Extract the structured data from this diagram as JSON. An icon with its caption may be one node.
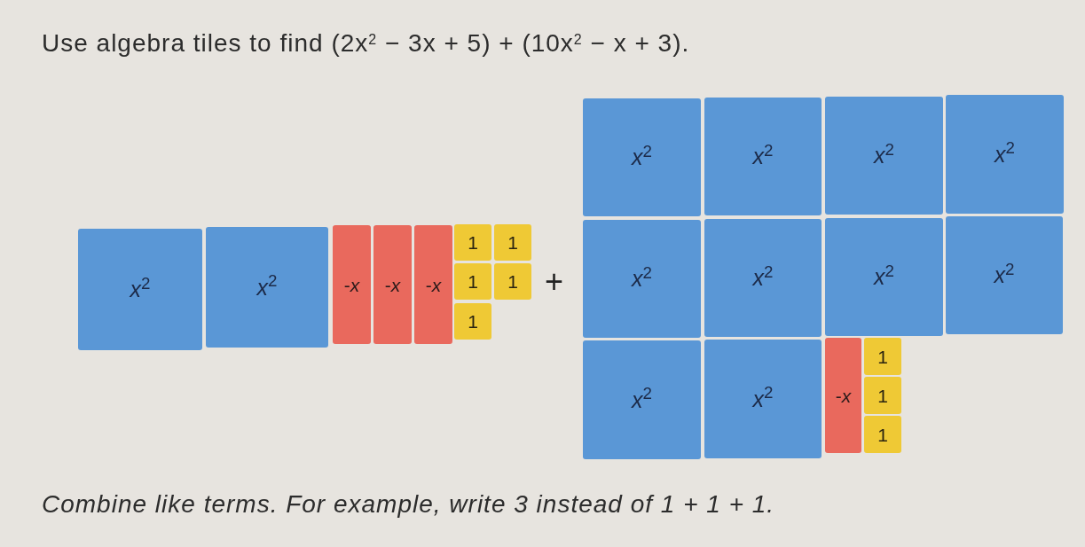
{
  "diagram": {
    "title": "Use algebra tiles to find (2x$^{2}$ − 3x + 5) + (10x$^{2}$ − x + 3).",
    "nodes": [
      {
        "text": [
          "*x*$^{2}$"
        ]
      },
      {
        "text": [
          "*x*$^{2}$"
        ]
      },
      {
        "text": [
          "-*x*"
        ]
      },
      {
        "text": [
          "-*x*"
        ]
      },
      {
        "text": [
          "-*x*"
        ]
      },
      {
        "text": [
          "1"
        ]
      },
      {
        "text": [
          "1"
        ]
      },
      {
        "text": [
          "1"
        ]
      },
      {
        "text": [
          "1"
        ]
      },
      {
        "text": [
          "1"
        ]
      },
      {
        "text": [
          "*x*$^{2}$"
        ]
      },
      {
        "text": [
          "*x*$^{2}$"
        ]
      },
      {
        "text": [
          "*x*$^{2}$"
        ]
      },
      {
        "text": [
          "*x*$^{2}$"
        ]
      },
      {
        "text": [
          "*x*$^{2}$"
        ]
      },
      {
        "text": [
          "*x*$^{2}$"
        ]
      },
      {
        "text": [
          "*x*$^{2}$"
        ]
      },
      {
        "text": [
          "*x*$^{2}$"
        ]
      },
      {
        "text": [
          "*x*$^{2}$"
        ]
      },
      {
        "text": [
          "*x*$^{2}$"
        ]
      },
      {
        "text": [
          "-*x*"
        ]
      },
      {
        "text": [
          "1"
        ]
      },
      {
        "text": [
          "1"
        ]
      },
      {
        "text": [
          "1"
        ]
      }
    ],
    "labels": [
      "+"
    ],
    "caption": "Combine like terms. For example, write 3 instead of 1 + 1 + 1."
  }
}
